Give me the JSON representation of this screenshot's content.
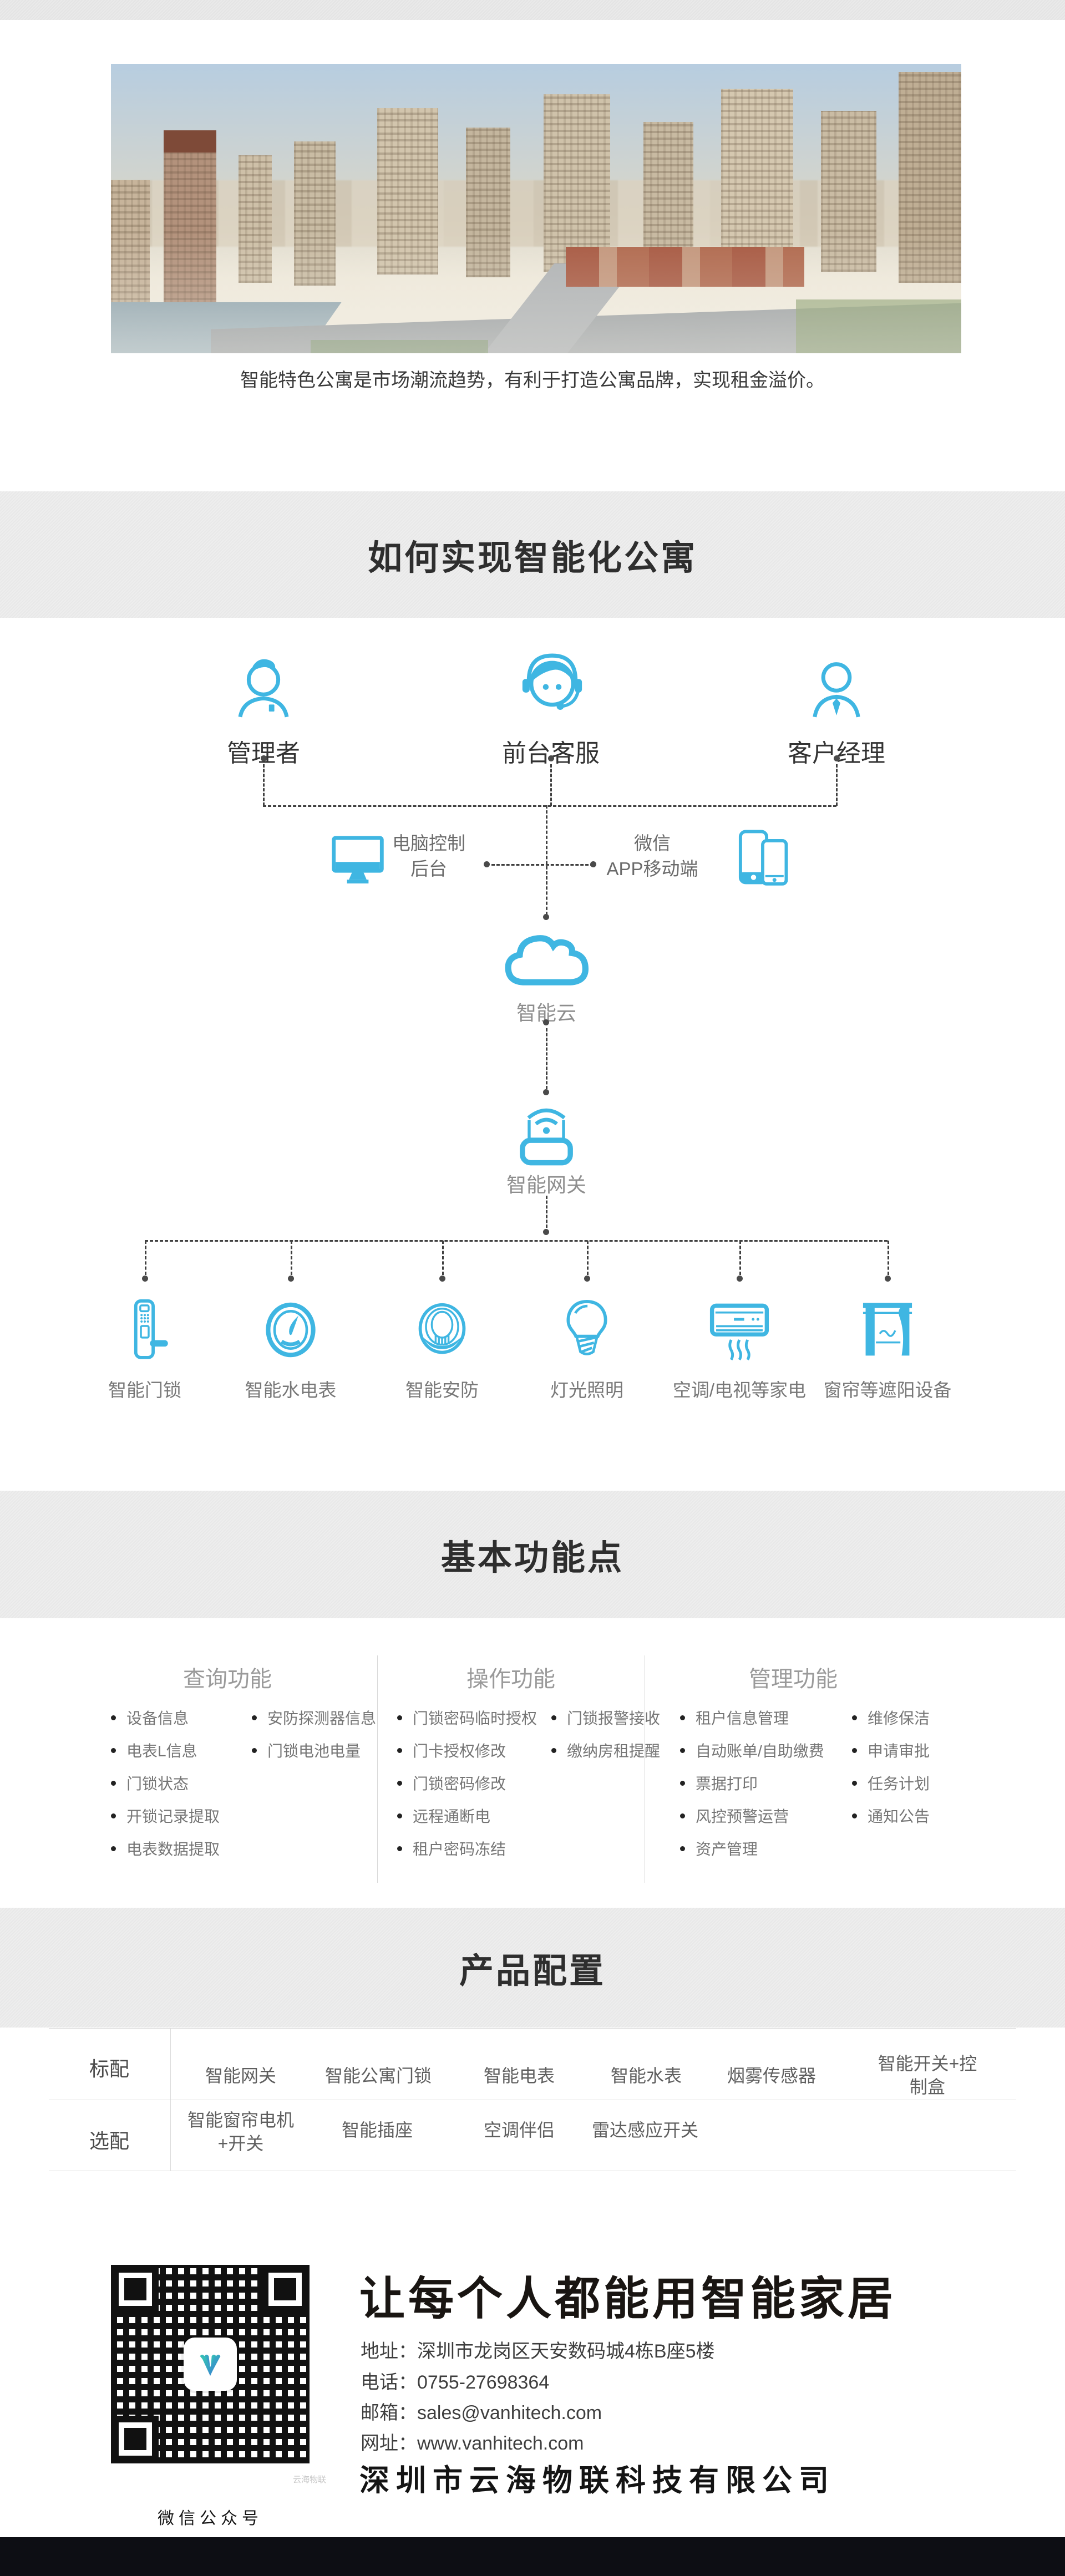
{
  "meta": {
    "caption": "智能特色公寓是市场潮流趋势，有利于打造公寓品牌，实现租金溢价。"
  },
  "sections": {
    "how_title": "如何实现智能化公寓",
    "features_title": "基本功能点",
    "products_title": "产品配置"
  },
  "diagram": {
    "roles": [
      "管理者",
      "前台客服",
      "客户经理"
    ],
    "computer": {
      "line1": "电脑控制",
      "line2": "后台"
    },
    "wechat": {
      "line1": "微信",
      "line2": "APP移动端"
    },
    "cloud_label": "智能云",
    "gateway_label": "智能网关",
    "devices": [
      "智能门锁",
      "智能水电表",
      "智能安防",
      "灯光照明",
      "空调/电视等家电",
      "窗帘等遮阳设备"
    ]
  },
  "functions": {
    "columns": [
      {
        "title": "查询功能",
        "left": [
          "设备信息",
          "电表L信息",
          "门锁状态",
          "开锁记录提取",
          "电表数据提取"
        ],
        "right": [
          "安防探测器信息",
          "门锁电池电量"
        ]
      },
      {
        "title": "操作功能",
        "left": [
          "门锁密码临时授权",
          "门卡授权修改",
          "门锁密码修改",
          "远程通断电",
          "租户密码冻结"
        ],
        "right": [
          "门锁报警接收",
          "缴纳房租提醒"
        ]
      },
      {
        "title": "管理功能",
        "left": [
          "租户信息管理",
          "自动账单/自助缴费",
          "票据打印",
          "风控预警运营",
          "资产管理"
        ],
        "right": [
          "维修保洁",
          "申请审批",
          "任务计划",
          "通知公告"
        ]
      }
    ]
  },
  "products": {
    "rows": [
      {
        "label": "标配",
        "items": [
          "智能网关",
          "智能公寓门锁",
          "智能电表",
          "智能水表",
          "烟雾传感器",
          "智能开关+控制盒"
        ]
      },
      {
        "label": "选配",
        "items": [
          "智能窗帘电机+开关",
          "智能插座",
          "空调伴侣",
          "雷达感应开关"
        ]
      }
    ]
  },
  "footer": {
    "headline": "让每个人都能用智能家居",
    "address": "地址：深圳市龙岗区天安数码城4栋B座5楼",
    "phone": "电话：0755-27698364",
    "email": "邮箱：sales@vanhitech.com",
    "website": "网址：www.vanhitech.com",
    "company": "深圳市云海物联科技有限公司",
    "qr_caption": "微信公众号",
    "qr_watermark": "云海物联"
  },
  "colors": {
    "accent": "#3fb6e2",
    "band": "#ededed",
    "footer_bar": "#0d0e14"
  }
}
